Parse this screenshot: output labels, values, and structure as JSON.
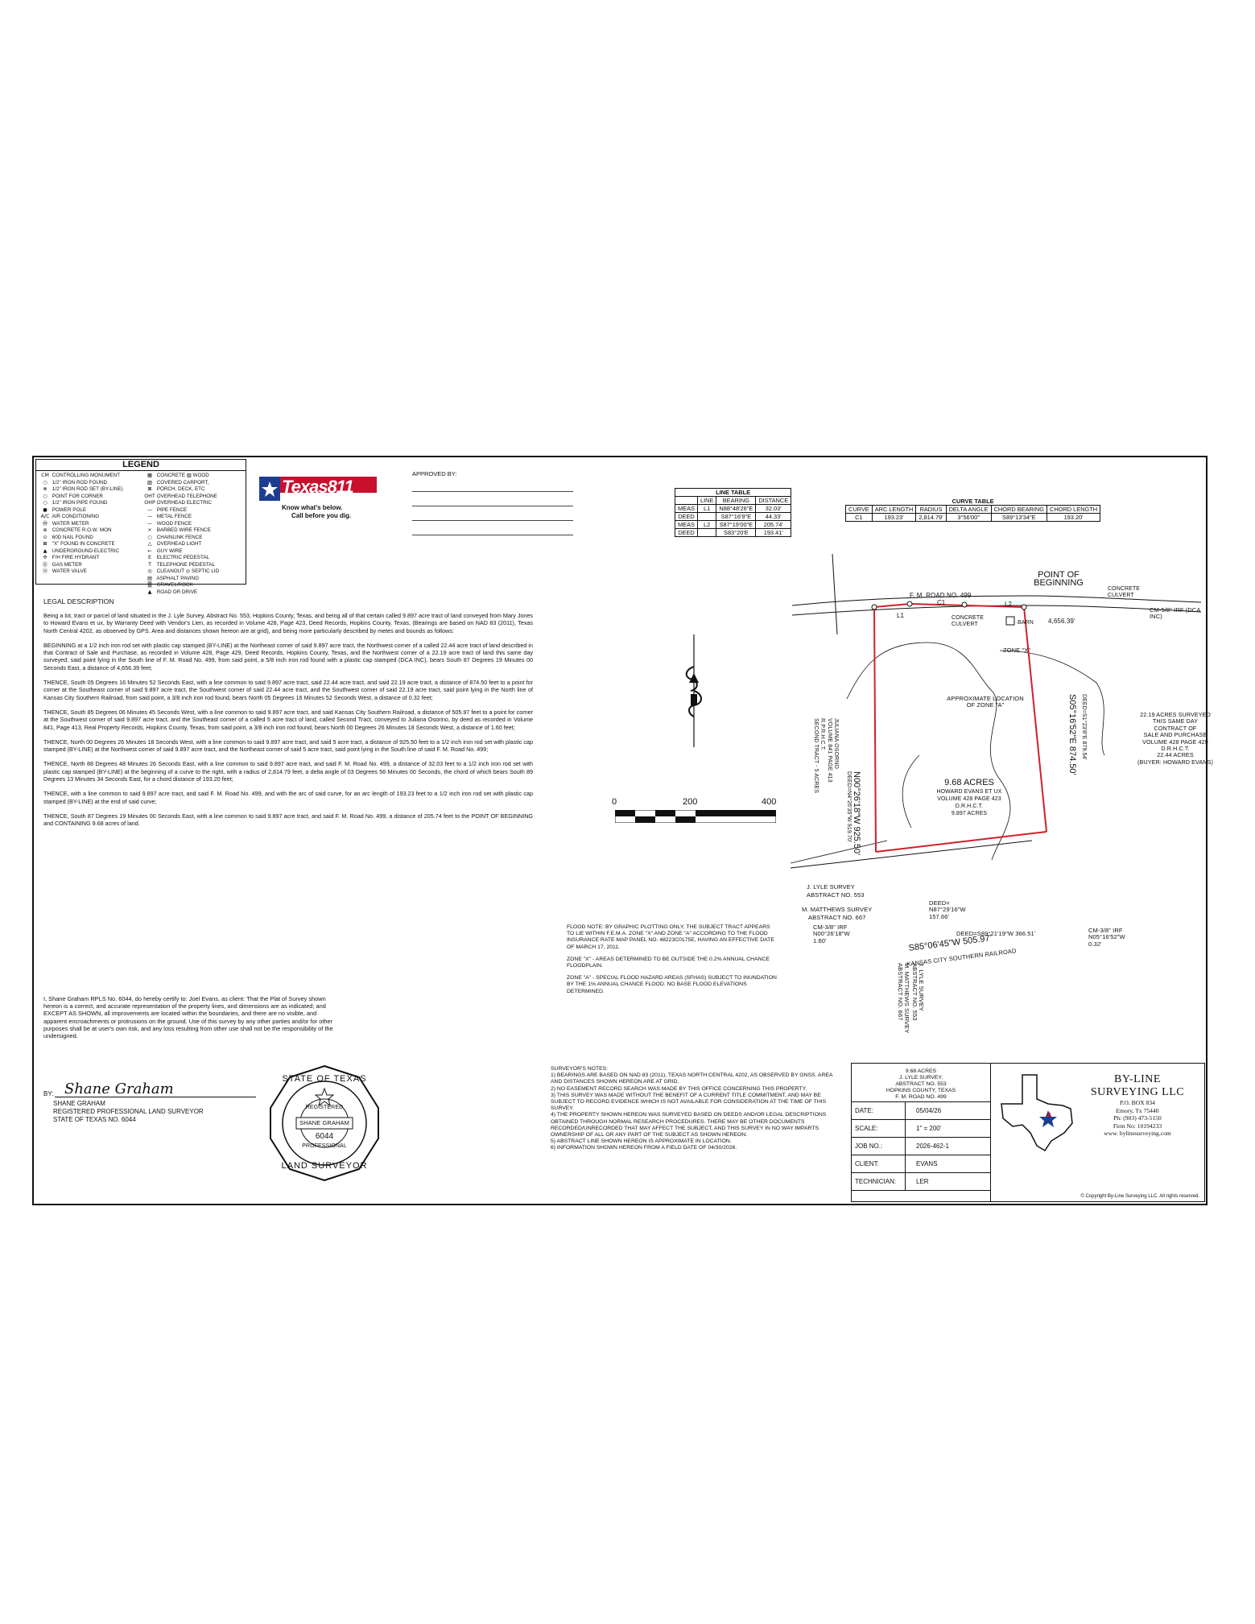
{
  "legend": {
    "title": "LEGEND",
    "left_items": [
      {
        "icon": "cm-icon",
        "sym": "CM",
        "label": "CONTROLLING MONUMENT"
      },
      {
        "icon": "open-circle-icon",
        "sym": "○",
        "label": "1/2\" IRON ROD FOUND"
      },
      {
        "icon": "crossed-circle-icon",
        "sym": "⊗",
        "label": "1/2\" IRON ROD SET (BY-LINE)"
      },
      {
        "icon": "point-icon",
        "sym": "○",
        "label": "POINT FOR CORNER"
      },
      {
        "icon": "open-circle-icon",
        "sym": "○",
        "label": "1/2\" IRON PIPE FOUND"
      },
      {
        "icon": "power-pole-icon",
        "sym": "●",
        "label": "POWER POLE"
      },
      {
        "icon": "ac-icon",
        "sym": "A/C",
        "label": "AIR CONDITIONING"
      },
      {
        "icon": "water-meter-icon",
        "sym": "Ⓦ",
        "label": "WATER METER"
      },
      {
        "icon": "row-monument-icon",
        "sym": "⊕",
        "label": "CONCRETE R.O.W. MON"
      },
      {
        "icon": "nail-icon",
        "sym": "⊙",
        "label": "60D NAIL FOUND"
      },
      {
        "icon": "x-icon",
        "sym": "⊠",
        "label": "\"X\" FOUND IN CONCRETE"
      },
      {
        "icon": "underground-electric-icon",
        "sym": "▲",
        "label": "UNDERGROUND ELECTRIC"
      },
      {
        "icon": "fire-hydrant-icon",
        "sym": "✣",
        "label": "F/H FIRE HYDRANT"
      },
      {
        "icon": "gas-meter-icon",
        "sym": "Ⓖ",
        "label": "GAS METER"
      },
      {
        "icon": "water-valve-icon",
        "sym": "ⓦ",
        "label": "WATER VALVE"
      }
    ],
    "right_items": [
      {
        "icon": "concrete-icon",
        "sym": "▦",
        "label": "CONCRETE ▧ WOOD"
      },
      {
        "icon": "carport-icon",
        "sym": "▨",
        "label": "COVERED CARPORT,"
      },
      {
        "icon": "porch-icon",
        "sym": "⊠",
        "label": "PORCH, DECK, ETC"
      },
      {
        "icon": "overhead-telephone-icon",
        "sym": "OHT",
        "label": "OVERHEAD TELEPHONE"
      },
      {
        "icon": "overhead-electric-icon",
        "sym": "OHP",
        "label": "OVERHEAD ELECTRIC"
      },
      {
        "icon": "pipe-fence-icon",
        "sym": "—",
        "label": "PIPE FENCE"
      },
      {
        "icon": "metal-fence-icon",
        "sym": "—",
        "label": "METAL FENCE"
      },
      {
        "icon": "wood-fence-icon",
        "sym": "—",
        "label": "WOOD FENCE"
      },
      {
        "icon": "barbed-wire-icon",
        "sym": "×",
        "label": "BARBED WIRE FENCE"
      },
      {
        "icon": "chainlink-icon",
        "sym": "○",
        "label": "CHAINLINK FENCE"
      },
      {
        "icon": "overhead-light-icon",
        "sym": "△",
        "label": "OVERHEAD LIGHT"
      },
      {
        "icon": "guy-wire-icon",
        "sym": "←",
        "label": "GUY WIRE"
      },
      {
        "icon": "electric-pedestal-icon",
        "sym": "E",
        "label": "ELECTRIC PEDESTAL"
      },
      {
        "icon": "telephone-pedestal-icon",
        "sym": "T",
        "label": "TELEPHONE PEDESTAL"
      },
      {
        "icon": "cleanout-icon",
        "sym": "◎",
        "label": "CLEANOUT ◎ SEPTIC LID"
      },
      {
        "icon": "asphalt-icon",
        "sym": "▤",
        "label": "ASPHALT PAVING"
      },
      {
        "icon": "gravel-icon",
        "sym": "▒",
        "label": "GRAVEL/ROCK"
      },
      {
        "icon": "road-icon",
        "sym": "▲",
        "label": "ROAD OR DRIVE"
      }
    ]
  },
  "texas811": {
    "brand": "Texas811",
    "tag1": "Know what's below.",
    "tag2": "Call before you dig."
  },
  "approved": {
    "label": "APPROVED BY:"
  },
  "line_table": {
    "title": "LINE TABLE",
    "headers": [
      "",
      "LINE",
      "BEARING",
      "DISTANCE"
    ],
    "rows": [
      [
        "MEAS",
        "L1",
        "N88°48'26\"E",
        "32.03'"
      ],
      [
        "DEED",
        "",
        "S87°16'9\"E",
        "44.33'"
      ],
      [
        "MEAS",
        "L2",
        "S87°19'00\"E",
        "205.74'"
      ],
      [
        "DEED",
        "",
        "S83°20'E",
        "193.41'"
      ]
    ]
  },
  "curve_table": {
    "title": "CURVE TABLE",
    "headers": [
      "CURVE",
      "ARC LENGTH",
      "RADIUS",
      "DELTA ANGLE",
      "CHORD BEARING",
      "CHORD LENGTH"
    ],
    "rows": [
      [
        "C1",
        "193.23'",
        "2,814.79'",
        "3°56'00\"",
        "S89°13'34\"E",
        "193.20'"
      ]
    ]
  },
  "legal": {
    "title": "LEGAL DESCRIPTION",
    "paragraphs": [
      "Being a lot, tract or parcel of land situated in the J. Lyle Survey, Abstract No. 553, Hopkins County, Texas, and being all of that certain called 9.897 acre tract of land conveyed from Mary Jones to Howard Evans et ux, by Warranty Deed with Vendor's Lien, as recorded in Volume 428, Page 423, Deed Records, Hopkins County, Texas, (Bearings are based on NAD 83 (2011), Texas North Central 4202, as observed by GPS. Area and distances shown hereon are at grid), and being more particularly described by metes and bounds as follows:",
      "BEGINNING at a 1/2 inch iron rod set with plastic cap stamped (BY-LINE) at the Northeast corner of said 9.897 acre tract, the Northwest corner of a called 22.44 acre tract of land described in that Contract of Sale and Purchase, as recorded in Volume 428, Page 429, Deed Records, Hopkins County, Texas, and the Northwest corner of a 22.19 acre tract of land this same day surveyed, said point lying in the South line of F. M. Road No. 499, from said point, a 5/8 inch iron rod found with a plastic cap stamped (DCA INC), bears South 87 Degrees 19 Minutes 00 Seconds East, a distance of 4,656.39 feet;",
      "THENCE, South 05 Degrees 16 Minutes 52 Seconds East, with a line common to said 9.897 acre tract, said 22.44 acre tract, and said 22.19 acre tract, a distance of 874.50 feet to a point for corner at the Southeast corner of said 9.897 acre tract, the Southwest corner of said 22.44 acre tract, and the Southwest corner of said 22.19 acre tract, said point lying in the North line of Kansas City Southern Railroad, from said point, a 3/8 inch iron rod found, bears North 05 Degrees 16 Minutes 52 Seconds West, a distance of 0.32 feet;",
      "THENCE, South 85 Degrees 06 Minutes 45 Seconds West, with a line common to said 9.897 acre tract, and said Kansas City Southern Railroad, a distance of 505.97 feet to a point for corner at the Southwest corner of said 9.897 acre tract, and the Southeast corner of a called 5 acre tract of land, called Second Tract, conveyed to Juliana Osorino, by deed as recorded in Volume 841, Page 413, Real Property Records, Hopkins County, Texas, from said point, a 3/8 inch iron rod found, bears North 00 Degrees 26 Minutes 18 Seconds West, a distance of 1.60 feet;",
      "THENCE, North 00 Degrees 26 Minutes 18 Seconds West, with a line common to said 9.897 acre tract, and said 5 acre tract, a distance of 925.50 feet to a 1/2 inch iron rod set with plastic cap stamped (BY-LINE) at the Northwest corner of said 9.897 acre tract, and the Northeast corner of said 5 acre tract, said point lying in the South line of said F. M. Road No. 499;",
      "THENCE, North 88 Degrees 48 Minutes 26 Seconds East, with a line common to said 9.897 acre tract, and said F. M. Road No. 499, a distance of 32.03 feet to a 1/2 inch iron rod set with plastic cap stamped (BY-LINE) at the beginning of a curve to the right, with a radius of 2,814.79 feet, a delta angle of 03 Degrees 56 Minutes 00 Seconds, the chord of which bears South 89 Degrees 13 Minutes 34 Seconds East, for a chord distance of 193.20 feet;",
      "THENCE, with a line common to said 9.897 acre tract, and said F. M. Road No. 499, and with the arc of said curve, for an arc length of 193.23 feet to a 1/2 inch iron rod set with plastic cap stamped (BY-LINE) at the end of said curve;",
      "THENCE, South 87 Degrees 19 Minutes 00 Seconds East, with a line common to said 9.897 acre tract, and said F. M. Road No. 499, a distance of 205.74 feet to the POINT OF BEGINNING and CONTAINING 9.68 acres of land."
    ]
  },
  "certify": "I, Shane Graham RPLS No. 6044, do hereby certify to: Joel Evans, as client: That the Plat of Survey shown hereon is a correct, and accurate representation of the property lines, and dimensions are as indicated; and EXCEPT AS SHOWN, all improvements are located within the boundaries, and there are no visible, and apparent encroachments or protrusions on the ground. Use of this survey by any other parties and/or for other purposes shall be at user's own risk, and any loss resulting from other use shall not be the responsibility of the undersigned.",
  "signature": {
    "by": "BY:",
    "script": "Shane Graham",
    "name": "SHANE GRAHAM",
    "title": "REGISTERED PROFESSIONAL LAND SURVEYOR",
    "state": "STATE OF TEXAS NO. 6044"
  },
  "seal": {
    "top": "STATE OF TEXAS",
    "registered": "REGISTERED",
    "name": "SHANE GRAHAM",
    "number": "6044",
    "professional": "PROFESSIONAL",
    "bottom": "LAND SURVEYOR"
  },
  "scale_bar": {
    "labels": [
      "0",
      "200",
      "400"
    ]
  },
  "flood": {
    "p1": "FLOOD NOTE: BY GRAPHIC PLOTTING ONLY, THE SUBJECT TRACT APPEARS TO LIE WITHIN F.E.M.A. ZONE \"X\" AND ZONE \"A\" ACCORDING TO THE FLOOD INSURANCE RATE MAP PANEL NO. 48223C0175E, HAVING AN EFFECTIVE DATE OF MARCH 17, 2011.",
    "p2": "ZONE \"X\" - AREAS DETERMINED TO BE OUTSIDE THE 0.2% ANNUAL CHANCE FLOODPLAIN.",
    "p3": "ZONE \"A\" - SPECIAL FLOOD HAZARD AREAS (SFHAS) SUBJECT TO INUNDATION BY THE 1% ANNUAL CHANCE FLOOD. NO BASE FLOOD ELEVATIONS DETERMINED."
  },
  "surveyor_notes": {
    "title": "SURVEYOR'S NOTES:",
    "items": [
      "1) BEARINGS ARE BASED ON NAD 83 (2011), TEXAS NORTH CENTRAL 4202, AS OBSERVED BY GNSS. AREA AND DISTANCES SHOWN HEREON ARE AT GRID.",
      "2) NO EASEMENT RECORD SEARCH WAS MADE BY THIS OFFICE CONCERNING THIS PROPERTY.",
      "3) THIS SURVEY WAS MADE WITHOUT THE BENEFIT OF A CURRENT TITLE COMMITMENT, AND MAY BE SUBJECT TO RECORD EVIDENCE WHICH IS NOT AVAILABLE FOR CONSIDERATION AT THE TIME OF THIS SURVEY.",
      "4) THE PROPERTY SHOWN HEREON WAS SURVEYED BASED ON DEEDS AND/OR LEGAL DESCRIPTIONS OBTAINED THROUGH NORMAL RESEARCH PROCEDURES. THERE MAY BE OTHER DOCUMENTS RECORDED/UNRECORDED THAT MAY AFFECT THE SUBJECT, AND THIS SURVEY IN NO WAY IMPARTS OWNERSHIP OF ALL OR ANY PART OF THE SUBJECT AS SHOWN HEREON.",
      "5) ABSTRACT LINE SHOWN HEREON IS APPROXIMATE IN LOCATION.",
      "6) INFORMATION SHOWN HEREON FROM A FIELD DATE OF 04/30/2026."
    ]
  },
  "plat": {
    "point_of_beginning": "POINT OF BEGINNING",
    "road": "F. M. ROAD NO. 499",
    "concrete_culvert_1": "CONCRETE CULVERT",
    "concrete_culvert_2": "CONCRETE CULVERT",
    "l1": "L1",
    "c1": "C1",
    "l2": "L2",
    "cm_ne": "CM-5/8\" IRF (DCA INC)",
    "barn": "BARN",
    "dist_ne": "4,656.39'",
    "zone_x_1": "ZONE \"X\"",
    "zone_x_2": "ZONE \"X\"",
    "zone_a": "APPROXIMATE LOCATION OF ZONE \"A\"",
    "acres": "9.68 ACRES",
    "owner": "HOWARD EVANS ET UX",
    "vol": "VOLUME 428 PAGE 423",
    "drhct": "D.R.H.C.T.",
    "acres2": "9.897 ACRES",
    "west_bearing": "N00°26'18\"W 925.50'",
    "west_deed": "DEED=N4°26'35\"W 919.70'",
    "east_bearing": "S05°16'52\"E 874.50'",
    "east_deed": "DEED=S1°23'8\"E 879.54'",
    "juliana": [
      "JULIANA OSORNO",
      "VOLUME 841 PAGE 413",
      "R.P.R.H.C.T.",
      "SECOND TRACT - 5 ACRES"
    ],
    "survey22": [
      "22.19 ACRES SURVEYED",
      "THIS SAME DAY",
      "CONTRACT OF",
      "SALE AND PURCHASE",
      "VOLUME 428 PAGE 429",
      "D.R.H.C.T.",
      "22.44 ACRES",
      "(BUYER: HOWARD EVANS)"
    ],
    "lyle": "J. LYLE SURVEY",
    "lyle_abs": "ABSTRACT NO. 553",
    "matthews": "M. MATTHEWS SURVEY",
    "matthews_abs": "ABSTRACT NO. 667",
    "deed_sw": [
      "DEED=",
      "N87°29'16\"W",
      "157.66'"
    ],
    "cm_sw": [
      "CM-3/8\" IRF",
      "N00°26'18\"W",
      "1.60'"
    ],
    "deed_s": "DEED=S89°21'19\"W 366.51'",
    "south_bearing": "S85°06'45\"W 505.97'",
    "cm_se": [
      "CM-3/8\" IRF",
      "N05°16'52\"W",
      "0.32'"
    ],
    "railroad": "KANSAS CITY SOUTHERN RAILROAD",
    "vert_lyle": [
      "J. LYLE SURVEY",
      "ABSTRACT NO. 553"
    ],
    "vert_matthews": [
      "M. MATTHEWS SURVEY",
      "ABSTRACT NO. 667"
    ]
  },
  "title_block": {
    "head": [
      "9.68 ACRES",
      "J. LYLE SURVEY,",
      "ABSTRACT NO. 553",
      "HOPKINS COUNTY, TEXAS",
      "F. M. ROAD NO. 499"
    ],
    "rows": [
      {
        "k": "DATE:",
        "v": "05/04/26"
      },
      {
        "k": "SCALE:",
        "v": "1\" = 200'"
      },
      {
        "k": "JOB NO.:",
        "v": "2026-462-1"
      },
      {
        "k": "CLIENT:",
        "v": "EVANS"
      },
      {
        "k": "TECHNICIAN:",
        "v": "LER"
      }
    ],
    "company": "BY-LINE",
    "company2": "SURVEYING LLC",
    "addr": [
      "P.O. BOX 834",
      "Emory, Tx 75440",
      "Ph: (903) 473-5150",
      "Firm No: 10194233",
      "www. bylinesurveying.com"
    ],
    "copyright": "© Copyright By-Line Surveying LLC. All rights reserved."
  },
  "colors": {
    "boundary": "#d0202a",
    "ink": "#111111",
    "texas_blue": "#1b3e8f",
    "texas_red": "#c8102e"
  }
}
